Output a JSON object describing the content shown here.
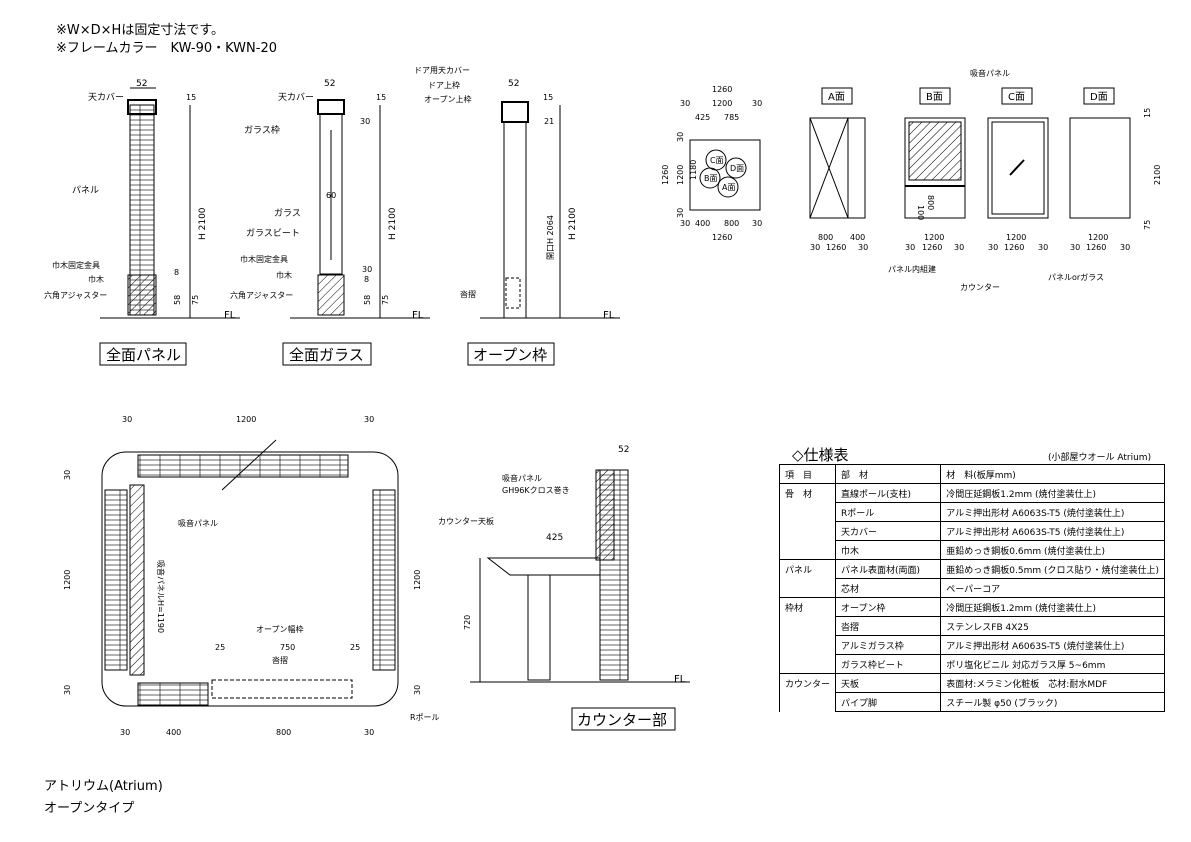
{
  "header": {
    "note1": "※W×D×Hは固定寸法です。",
    "note2": "※フレームカラー　KW-90・KWN-20"
  },
  "elevations": {
    "panel": {
      "title": "全面パネル",
      "labels": [
        "天カバー",
        "パネル",
        "巾木固定金具",
        "巾木",
        "六角アジャスター"
      ],
      "dims": [
        "52",
        "15",
        "H 2100",
        "8",
        "58",
        "75",
        "FL"
      ]
    },
    "glass": {
      "title": "全面ガラス",
      "labels": [
        "天カバー",
        "ガラス枠",
        "ガラス",
        "ガラスビート",
        "巾木固定金具",
        "巾木",
        "六角アジャスター"
      ],
      "dims": [
        "52",
        "15",
        "30",
        "60",
        "H 2100",
        "30",
        "8",
        "58",
        "75",
        "FL"
      ]
    },
    "open": {
      "title": "オープン枠",
      "labels": [
        "ドア用天カバー",
        "ドア上枠",
        "オープン上枠",
        "沓摺"
      ],
      "dims": [
        "52",
        "15",
        "21",
        "開口H 2064",
        "H 2100",
        "FL"
      ]
    }
  },
  "key_plan": {
    "dims": [
      "1260",
      "30",
      "1200",
      "30",
      "425",
      "785",
      "30",
      "1200",
      "30",
      "1260",
      "1180",
      "30",
      "400",
      "800",
      "30",
      "1260"
    ],
    "faces": [
      "A面",
      "B面",
      "C面",
      "D面"
    ]
  },
  "faces": {
    "titles": [
      "A面",
      "B面",
      "C面",
      "D面"
    ],
    "labels": [
      "吸音パネル",
      "パネル内組建",
      "カウンター",
      "パネルorガラス"
    ],
    "dims": {
      "a": [
        "800",
        "400",
        "30",
        "1260",
        "30"
      ],
      "b": [
        "1200",
        "30",
        "1260",
        "30",
        "100",
        "800"
      ],
      "c": [
        "1200",
        "30",
        "1260",
        "30"
      ],
      "d": [
        "1200",
        "30",
        "1260",
        "30",
        "15",
        "2100",
        "75"
      ]
    }
  },
  "plan": {
    "dims": [
      "30",
      "1200",
      "30",
      "30",
      "1200",
      "30",
      "1200",
      "30",
      "25",
      "750",
      "25",
      "30",
      "400",
      "800",
      "30"
    ],
    "labels": [
      "吸音パネル",
      "吸音パネルH=1190",
      "オープン幅枠",
      "沓摺",
      "Rポール"
    ]
  },
  "counter": {
    "title": "カウンター部",
    "labels": [
      "吸音パネル",
      "GH96Kクロス巻き",
      "カウンター天板"
    ],
    "dims": [
      "52",
      "425",
      "720",
      "FL"
    ]
  },
  "spec": {
    "title": "◇仕様表",
    "subtitle": "(小部屋ウオール Atrium)",
    "headers": [
      "項　目",
      "部　材",
      "材　料(板厚mm)"
    ],
    "rows": [
      [
        "骨　材",
        "直線ポール(支柱)",
        "冷間圧延鋼板1.2mm (焼付塗装仕上)"
      ],
      [
        "",
        "Rポール",
        "アルミ押出形材 A6063S-T5 (焼付塗装仕上)"
      ],
      [
        "",
        "天カバー",
        "アルミ押出形材 A6063S-T5 (焼付塗装仕上)"
      ],
      [
        "",
        "巾木",
        "亜鉛めっき鋼板0.6mm (焼付塗装仕上)"
      ],
      [
        "パネル",
        "パネル表面材(両面)",
        "亜鉛めっき鋼板0.5mm (クロス貼り・焼付塗装仕上)"
      ],
      [
        "",
        "芯材",
        "ペーパーコア"
      ],
      [
        "枠材",
        "オープン枠",
        "冷間圧延鋼板1.2mm (焼付塗装仕上)"
      ],
      [
        "",
        "沓摺",
        "ステンレスFB 4X25"
      ],
      [
        "",
        "アルミガラス枠",
        "アルミ押出形材 A6063S-T5 (焼付塗装仕上)"
      ],
      [
        "",
        "ガラス枠ビート",
        "ポリ塩化ビニル 対応ガラス厚 5~6mm"
      ],
      [
        "カウンター",
        "天板",
        "表面材:メラミン化粧板　芯材:耐水MDF"
      ],
      [
        "",
        "パイプ脚",
        "スチール製 φ50 (ブラック)"
      ]
    ]
  },
  "footer": {
    "line1": "アトリウム(Atrium)",
    "line2": "オープンタイプ"
  }
}
